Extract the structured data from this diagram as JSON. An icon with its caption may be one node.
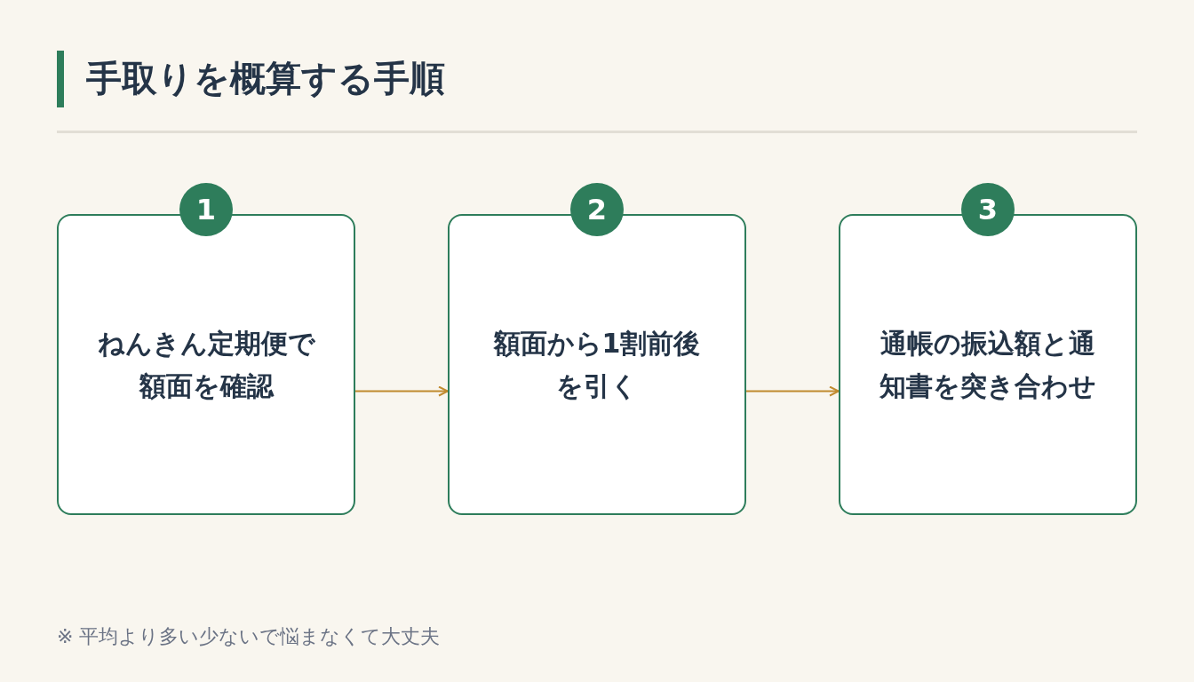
{
  "diagram": {
    "title": "手取りを概算する手順",
    "nodes": [
      {
        "text": [
          "1"
        ]
      },
      {
        "text": [
          "ねんきん定期便で額面を確認"
        ]
      },
      {
        "text": [
          "2"
        ]
      },
      {
        "text": [
          "額面から1割前後を引く"
        ]
      },
      {
        "text": [
          "3"
        ]
      },
      {
        "text": [
          "通帳の振込額と通知書を突き合わせ"
        ]
      }
    ],
    "edges": [
      {
        "from": 1,
        "to": 3,
        "arrow": "to"
      },
      {
        "from": 3,
        "to": 5,
        "arrow": "to"
      }
    ],
    "caption": "※ 平均より多い少ないで悩まなくて大丈夫"
  }
}
